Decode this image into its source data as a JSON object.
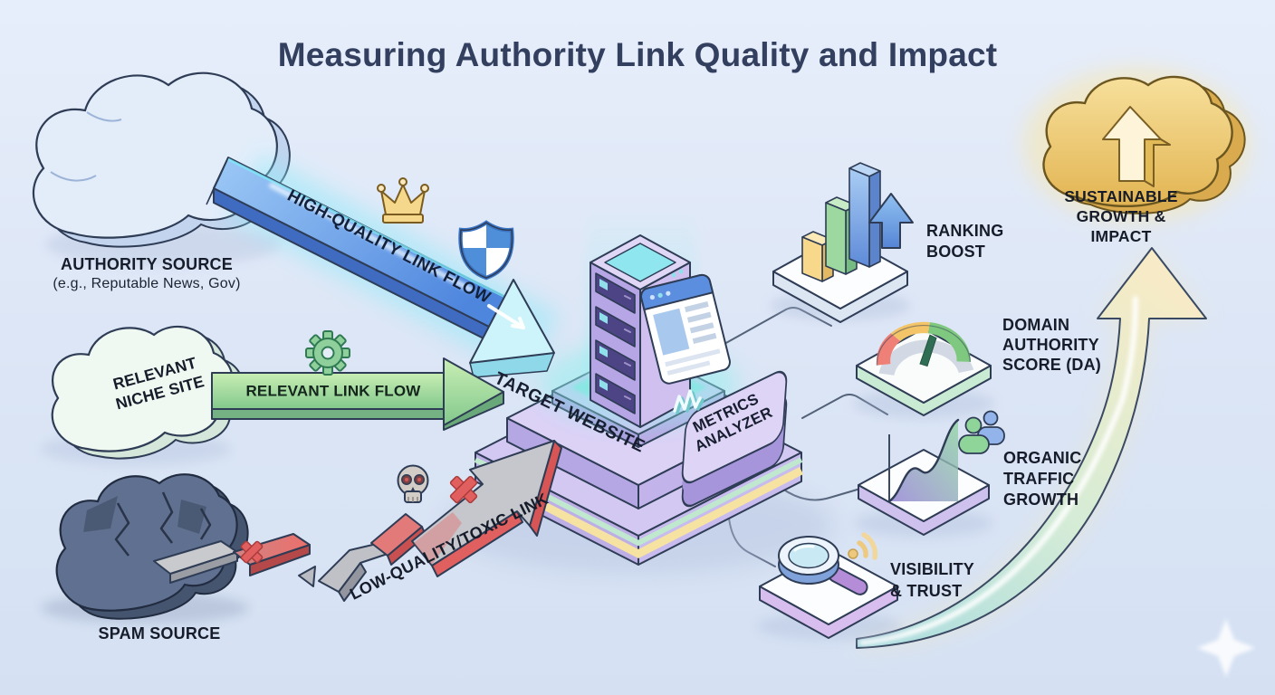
{
  "title": "Measuring Authority Link Quality and Impact",
  "sources": {
    "authority": {
      "label": "AUTHORITY SOURCE",
      "sublabel": "(e.g., Reputable News, Gov)"
    },
    "niche": {
      "label": "RELEVANT\nNICHE SITE"
    },
    "spam": {
      "label": "SPAM SOURCE"
    }
  },
  "flows": {
    "high_quality": {
      "label": "HIGH-QUALITY LINK FLOW",
      "color": "#4e86de"
    },
    "relevant": {
      "label": "RELEVANT LINK FLOW",
      "color": "#7cc488"
    },
    "toxic": {
      "label": "LOW-QUALITY/TOXIC LINK",
      "color": "#e06060"
    }
  },
  "center": {
    "website": {
      "label": "TARGET WEBSITE"
    },
    "analyzer": {
      "label": "METRICS\nANALYZER"
    }
  },
  "metrics": [
    {
      "id": "ranking-boost",
      "label": "RANKING\nBOOST"
    },
    {
      "id": "domain-authority",
      "label": "DOMAIN\nAUTHORITY\nSCORE (DA)"
    },
    {
      "id": "organic-traffic",
      "label": "ORGANIC\nTRAFFIC\nGROWTH"
    },
    {
      "id": "visibility-trust",
      "label": "VISIBILITY\n& TRUST"
    }
  ],
  "outcome": {
    "label": "SUSTAINABLE\nGROWTH & IMPACT"
  },
  "icons": [
    "crown-icon",
    "shield-check-icon",
    "gear-icon",
    "skull-icon",
    "x-mark-icon",
    "bar-chart-icon",
    "up-arrow-icon",
    "gauge-icon",
    "area-chart-icon",
    "users-icon",
    "magnifier-icon",
    "wifi-signal-icon",
    "server-icon",
    "browser-icon",
    "sparkle-icon",
    "cloud-icon"
  ],
  "colors": {
    "background": "#dde7f6",
    "title_text": "#333f5e",
    "label_text": "#161c29",
    "platform_lavender": "#d8cef4",
    "cyan_glow": "#8feef2",
    "gold": "#e9c468",
    "spam_cloud": "#5f7090"
  }
}
